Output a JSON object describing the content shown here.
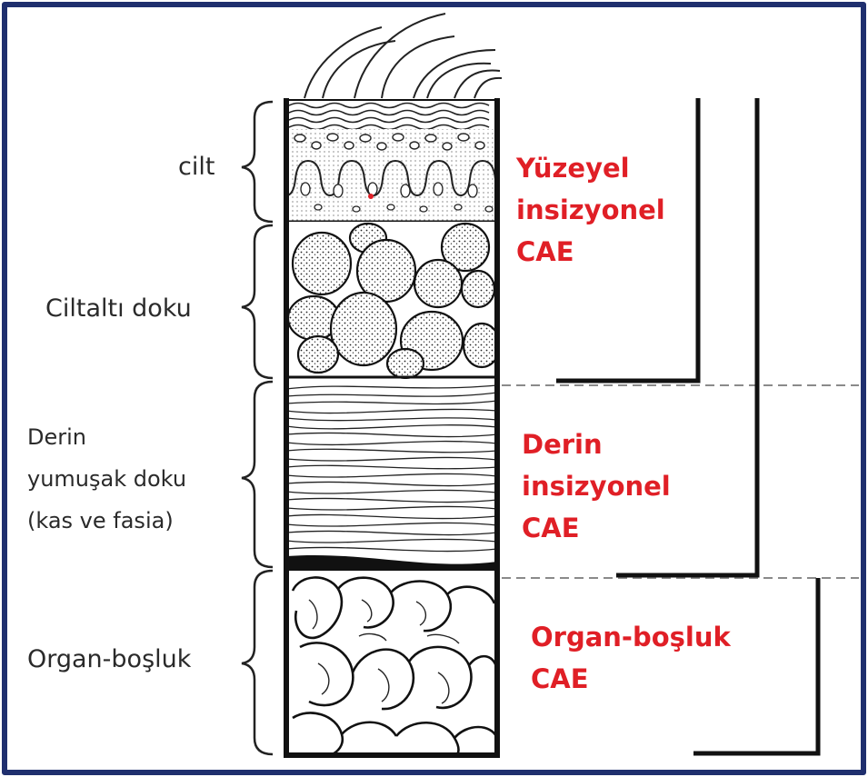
{
  "layers": {
    "cilt": "cilt",
    "ciltalti": "Ciltaltı doku",
    "derin_line1": "Derin",
    "derin_line2": "yumuşak doku",
    "derin_line3": "(kas ve fasia)",
    "organ": "Organ-boşluk"
  },
  "categories": {
    "yuzeyel": [
      "Yüzeyel",
      "insizyonel",
      "CAE"
    ],
    "derin": [
      "Derin",
      "insizyonel",
      "CAE"
    ],
    "organ": [
      "Organ-boşluk",
      "CAE"
    ]
  },
  "colors": {
    "frame": "#1f2f6e",
    "category_text": "#e01f26",
    "label_text": "#2a2a2a"
  }
}
